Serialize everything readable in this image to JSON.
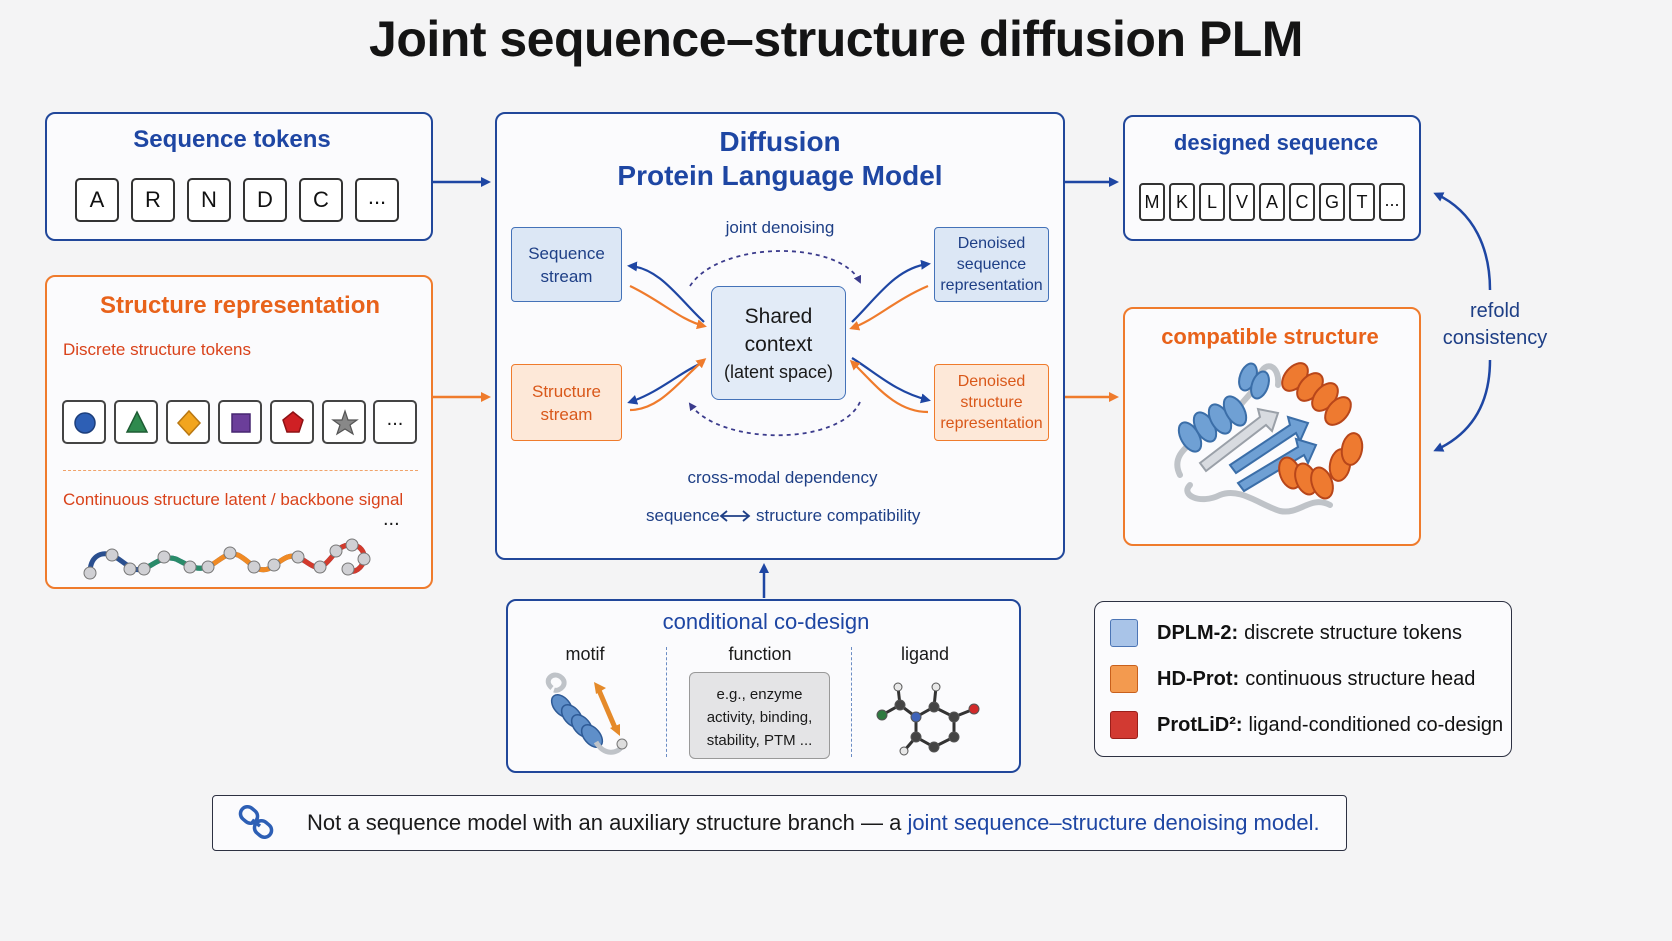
{
  "title": "Joint sequence–structure diffusion PLM",
  "sequence_tokens": {
    "heading": "Sequence tokens",
    "tokens": [
      "A",
      "R",
      "N",
      "D",
      "C",
      "..."
    ]
  },
  "structure_representation": {
    "heading": "Structure representation",
    "discrete_label": "Discrete structure tokens",
    "shape_tokens": [
      "circle-icon",
      "triangle-icon",
      "diamond-icon",
      "square-icon",
      "pentagon-icon",
      "star-icon"
    ],
    "shape_ellipsis": "...",
    "continuous_label": "Continuous structure latent / backbone signal",
    "backbone_ellipsis": "..."
  },
  "diffusion_model": {
    "title_line1": "Diffusion",
    "title_line2": "Protein Language Model",
    "joint_denoising": "joint denoising",
    "sequence_stream": "Sequence stream",
    "structure_stream": "Structure stream",
    "shared_context_line1": "Shared",
    "shared_context_line2": "context",
    "shared_context_line3": "(latent space)",
    "denoised_sequence": "Denoised sequence representation",
    "denoised_structure": "Denoised structure representation",
    "cross_modal": "cross-modal dependency",
    "compat_left": "sequence",
    "compat_right": "structure compatibility"
  },
  "designed_sequence": {
    "heading": "designed sequence",
    "tokens": [
      "M",
      "K",
      "L",
      "V",
      "A",
      "C",
      "G",
      "T",
      "..."
    ]
  },
  "compatible_structure": {
    "heading": "compatible structure"
  },
  "refold": {
    "line1": "refold",
    "line2": "consistency"
  },
  "conditional_codesign": {
    "heading": "conditional co-design",
    "motif": "motif",
    "function": "function",
    "function_example": "e.g., enzyme activity, binding, stability, PTM ...",
    "ligand": "ligand"
  },
  "legend": {
    "items": [
      {
        "name": "DPLM-2:",
        "desc": "discrete structure tokens",
        "color": "#a9c4e8"
      },
      {
        "name": "HD-Prot:",
        "desc": "continuous structure head",
        "color": "#f39a4f"
      },
      {
        "name": "ProtLiD²:",
        "desc": "ligand-conditioned co-design",
        "color": "#d23a32"
      }
    ]
  },
  "footer": {
    "text_plain": "Not a sequence model with an auxiliary structure branch  —  a",
    "text_highlight": "joint sequence–structure denoising model."
  },
  "colors": {
    "blue": "#1e46a3",
    "orange": "#ef7b2c",
    "red": "#d23a32"
  }
}
